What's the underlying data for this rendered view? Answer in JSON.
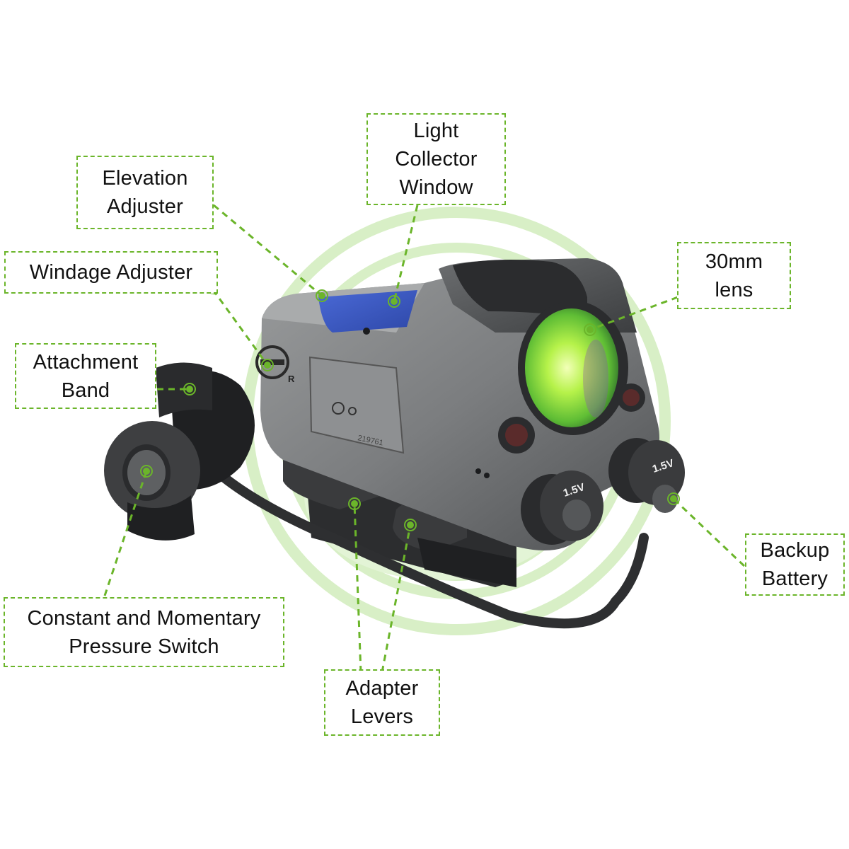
{
  "diagram": {
    "subject": "Red-dot reflex sight with laser module, pressure switch and QD mount",
    "accent_color": "#6bb52a",
    "ring_color": "#d8efc6",
    "labels": [
      {
        "id": "light-collector-window",
        "lines": [
          "Light",
          "Collector",
          "Window"
        ]
      },
      {
        "id": "elevation-adjuster",
        "lines": [
          "Elevation",
          "Adjuster"
        ]
      },
      {
        "id": "windage-adjuster",
        "lines": [
          "Windage Adjuster"
        ]
      },
      {
        "id": "attachment-band",
        "lines": [
          "Attachment",
          "Band"
        ]
      },
      {
        "id": "30mm-lens",
        "lines": [
          "30mm",
          "lens"
        ]
      },
      {
        "id": "backup-battery",
        "lines": [
          "Backup",
          "Battery"
        ]
      },
      {
        "id": "pressure-switch",
        "lines": [
          "Constant and Momentary",
          "Pressure Switch"
        ]
      },
      {
        "id": "adapter-levers",
        "lines": [
          "Adapter",
          "Levers"
        ]
      }
    ],
    "device_markings": {
      "battery_cap_left": "1.5V",
      "battery_cap_right": "1.5V",
      "windage_mark": "R",
      "serial": "219761"
    }
  }
}
